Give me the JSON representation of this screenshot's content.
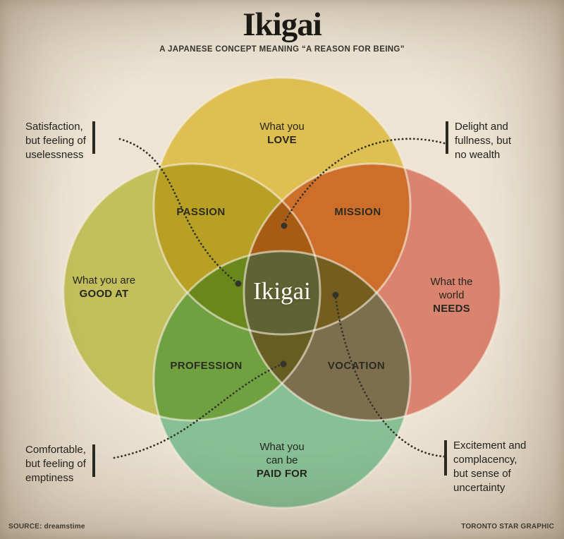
{
  "header": {
    "title": "Ikigai",
    "subtitle": "A JAPANESE CONCEPT MEANING “A REASON FOR BEING”"
  },
  "colors": {
    "love_circle": "#eecf45",
    "good_at_circle": "#c9cf55",
    "needs_circle": "#e8806f",
    "paid_for_circle": "#7fd0a6",
    "center_region": "#5e6b45",
    "leader_line": "#34342c"
  },
  "circle_labels": {
    "love": {
      "line1": "What you",
      "line2": "LOVE"
    },
    "good_at": {
      "line1": "What you are",
      "line2": "GOOD AT"
    },
    "needs": {
      "line1": "What the",
      "line2": "world",
      "line3": "NEEDS"
    },
    "paid_for": {
      "line1": "What you",
      "line2": "can be",
      "line3": "PAID FOR"
    }
  },
  "overlap_labels": {
    "passion": "PASSION",
    "mission": "MISSION",
    "profession": "PROFESSION",
    "vocation": "VOCATION"
  },
  "center": {
    "label": "Ikigai"
  },
  "annotations": {
    "top_left": {
      "lines": [
        "Satisfaction,",
        "but feeling of",
        "uselessness"
      ]
    },
    "top_right": {
      "lines": [
        "Delight and",
        "fullness, but",
        "no wealth"
      ]
    },
    "bottom_left": {
      "lines": [
        "Comfortable,",
        "but feeling of",
        "emptiness"
      ]
    },
    "bottom_right": {
      "lines": [
        "Excitement and",
        "complacency,",
        "but sense of",
        "uncertainty"
      ]
    }
  },
  "footer": {
    "source": "SOURCE: dreamstime",
    "credit": "TORONTO STAR GRAPHIC"
  }
}
